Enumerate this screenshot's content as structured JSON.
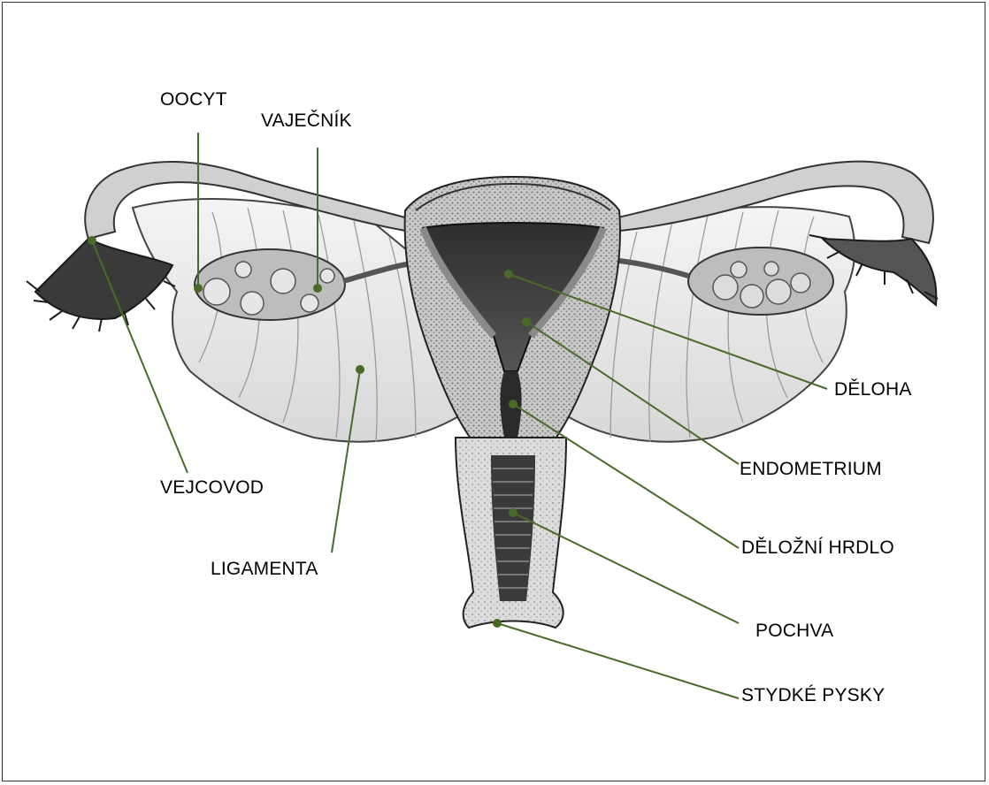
{
  "diagram": {
    "leader_color": "#4a6a2a",
    "labels": {
      "oocyt": "OOCYT",
      "vajecnik": "VAJEČNÍK",
      "vejcovod": "VEJCOVOD",
      "ligamenta": "LIGAMENTA",
      "deloha": "DĚLOHA",
      "endometrium": "ENDOMETRIUM",
      "delozni_hrdlo": "DĚLOŽNÍ HRDLO",
      "pochva": "POCHVA",
      "stydke_pysky": "STYDKÉ PYSKY"
    }
  }
}
